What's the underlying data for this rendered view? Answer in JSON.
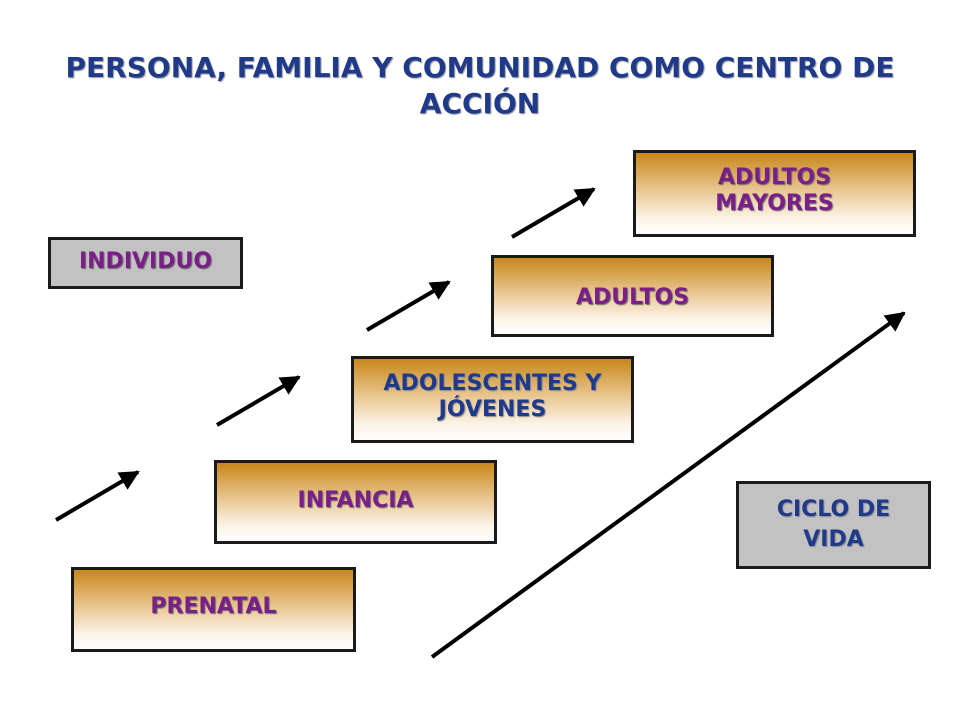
{
  "title": "PERSONA, FAMILIA Y COMUNIDAD COMO CENTRO DE ACCIÓN",
  "individuo_label": "INDIVIDUO",
  "ciclo_label": "CICLO DE VIDA",
  "stages": {
    "prenatal": "PRENATAL",
    "infancia": "INFANCIA",
    "adolescentes": "ADOLESCENTES Y JÓVENES",
    "adultos": "ADULTOS",
    "adultos_mayores": "ADULTOS MAYORES"
  },
  "colors": {
    "title": "#1f3a8a",
    "stage_label": "#7a1f88",
    "adolescentes_label": "#1f3a8a",
    "grey_box": "#c2c2c2",
    "gradient_top": "#c8871a",
    "border": "#1a1a1a"
  }
}
